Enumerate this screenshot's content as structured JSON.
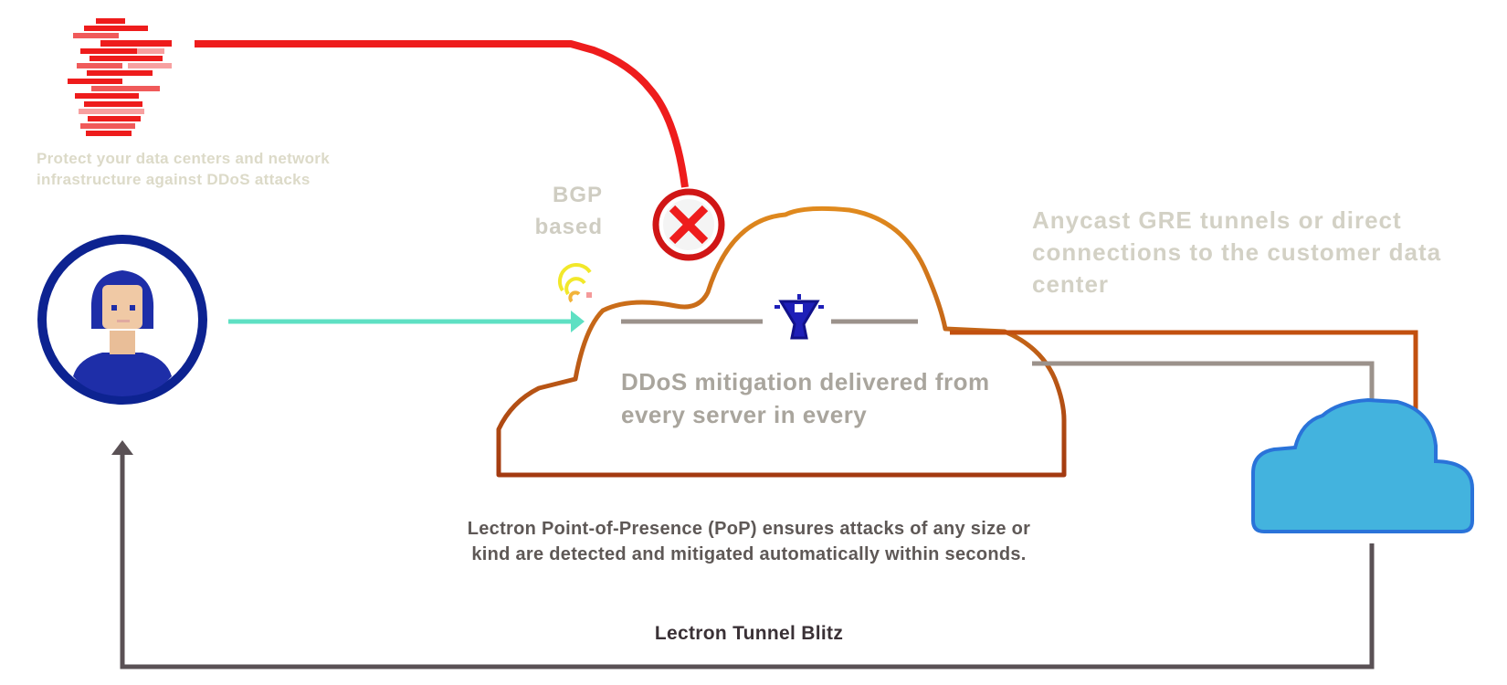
{
  "labels": {
    "intro": "Protect your data centers and network infrastructure against DDoS attacks",
    "bgp": "BGP based",
    "anycast": "Anycast GRE tunnels or direct connections to the customer data center",
    "mitigation": "DDoS mitigation delivered from every server in every",
    "pop_description": "Lectron Point-of-Presence (PoP) ensures attacks of any size or kind are detected and mitigated automatically within seconds.",
    "product_name": "Lectron Tunnel Blitz"
  },
  "icons": {
    "attack": "attack-traffic-icon",
    "blocked": "blocked-x-icon",
    "user": "user-avatar-icon",
    "signal": "signal-icon",
    "server": "server-pop-icon",
    "data_center": "customer-cloud-icon"
  },
  "colors": {
    "attack": "#ee1c1c",
    "clean": "#5ee0c3",
    "pop_cloud": "#b55a16",
    "tunnel": "#c2500f",
    "return_path": "#5a5155",
    "user": "#0d2391",
    "customer_cloud": "#43b3de"
  }
}
